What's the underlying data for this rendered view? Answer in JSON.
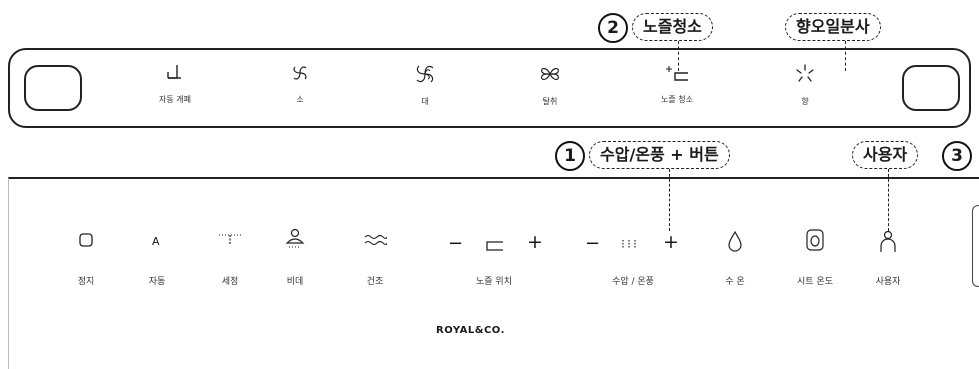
{
  "callouts": {
    "one": {
      "number": "1",
      "label": "수압/온풍 + 버튼"
    },
    "two": {
      "number": "2",
      "label": "노즐청소"
    },
    "three": {
      "number": "3",
      "label": "사용자"
    },
    "aroma": {
      "label": "향오일분사"
    }
  },
  "top_strip": {
    "items": [
      {
        "label": "자동 개폐",
        "icon": "lid-icon"
      },
      {
        "label": "소",
        "icon": "fan-small-icon"
      },
      {
        "label": "대",
        "icon": "fan-large-icon"
      },
      {
        "label": "탈취",
        "icon": "deodorize-icon"
      },
      {
        "label": "노즐 청소",
        "icon": "nozzle-clean-icon"
      },
      {
        "label": "향",
        "icon": "aroma-icon"
      }
    ]
  },
  "panel": {
    "items": [
      {
        "label": "정지",
        "icon": "stop-icon"
      },
      {
        "label": "자동",
        "icon": "auto-icon",
        "glyph": "A"
      },
      {
        "label": "세정",
        "icon": "wash-icon"
      },
      {
        "label": "비데",
        "icon": "bidet-icon"
      },
      {
        "label": "건조",
        "icon": "dry-icon"
      },
      {
        "label": "노즐 위치",
        "icon": "nozzle-position-icon"
      },
      {
        "label": "수압 / 온풍",
        "icon": "pressure-icon"
      },
      {
        "label": "수 온",
        "icon": "water-temp-icon"
      },
      {
        "label": "시트 온도",
        "icon": "seat-temp-icon"
      },
      {
        "label": "사용자",
        "icon": "user-icon"
      }
    ],
    "minus": "−",
    "plus": "+",
    "brand": "ROYAL&CO."
  }
}
